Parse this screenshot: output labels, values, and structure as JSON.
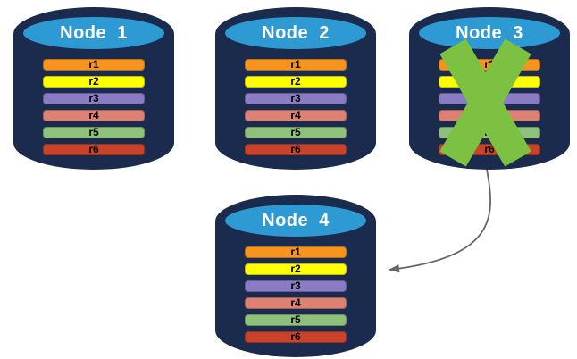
{
  "diagram": {
    "nodes": [
      {
        "id": "node-1",
        "label": "Node  1",
        "failed": false,
        "replicas": [
          {
            "label": "r1",
            "color": "#F7941D"
          },
          {
            "label": "r2",
            "color": "#FFFF00"
          },
          {
            "label": "r3",
            "color": "#8A7CC4"
          },
          {
            "label": "r4",
            "color": "#DC8173"
          },
          {
            "label": "r5",
            "color": "#8FC17C"
          },
          {
            "label": "r6",
            "color": "#C9432B"
          }
        ]
      },
      {
        "id": "node-2",
        "label": "Node  2",
        "failed": false,
        "replicas": [
          {
            "label": "r1",
            "color": "#F7941D"
          },
          {
            "label": "r2",
            "color": "#FFFF00"
          },
          {
            "label": "r3",
            "color": "#8A7CC4"
          },
          {
            "label": "r4",
            "color": "#DC8173"
          },
          {
            "label": "r5",
            "color": "#8FC17C"
          },
          {
            "label": "r6",
            "color": "#C9432B"
          }
        ]
      },
      {
        "id": "node-3",
        "label": "Node  3",
        "failed": true,
        "replicas": [
          {
            "label": "r1",
            "color": "#F7941D"
          },
          {
            "label": "r2",
            "color": "#FFFF00"
          },
          {
            "label": "r3",
            "color": "#8A7CC4"
          },
          {
            "label": "r4",
            "color": "#DC8173"
          },
          {
            "label": "r5",
            "color": "#8FC17C"
          },
          {
            "label": "r6",
            "color": "#C9432B"
          }
        ]
      },
      {
        "id": "node-4",
        "label": "Node  4",
        "failed": false,
        "replicas": [
          {
            "label": "r1",
            "color": "#F7941D"
          },
          {
            "label": "r2",
            "color": "#FFFF00"
          },
          {
            "label": "r3",
            "color": "#8A7CC4"
          },
          {
            "label": "r4",
            "color": "#DC8173"
          },
          {
            "label": "r5",
            "color": "#8FC17C"
          },
          {
            "label": "r6",
            "color": "#C9432B"
          }
        ]
      }
    ],
    "arrow": {
      "from": "Node  3",
      "to": "Node  4",
      "color": "#666666"
    },
    "colors": {
      "cylinder_body": "#1B2B4E",
      "cylinder_top": "#2E9AD3",
      "failure_x": "#7CC142",
      "node_label": "#FFFFFF",
      "replica_label": "#000000",
      "background": "#FFFFFF"
    }
  }
}
